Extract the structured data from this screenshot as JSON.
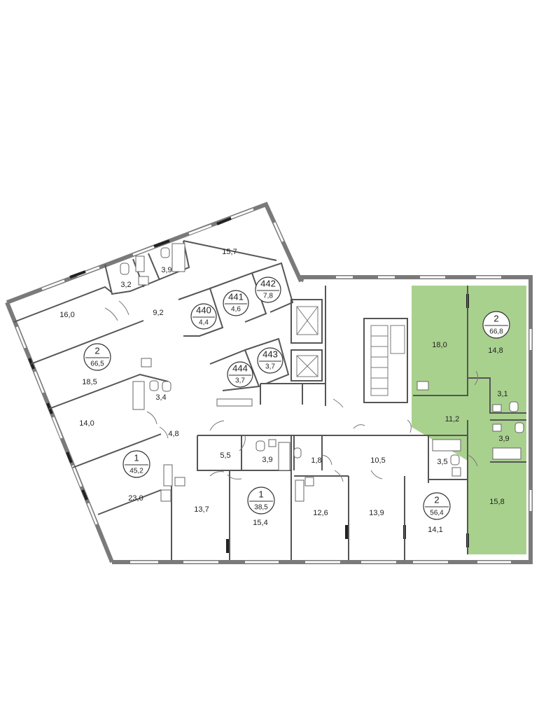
{
  "colors": {
    "highlight": "#a9d18e",
    "wall": "#7a7a7a",
    "inner_wall": "#555555"
  },
  "apartments": [
    {
      "rooms": "2",
      "area": "66,5"
    },
    {
      "rooms": "1",
      "area": "45,2"
    },
    {
      "rooms": "1",
      "area": "38,5"
    },
    {
      "rooms": "2",
      "area": "56,4"
    },
    {
      "rooms": "2",
      "area": "66,8"
    }
  ],
  "units": [
    {
      "number": "440",
      "area": "4,4"
    },
    {
      "number": "441",
      "area": "4,6"
    },
    {
      "number": "442",
      "area": "7,8"
    },
    {
      "number": "443",
      "area": "3,7"
    },
    {
      "number": "444",
      "area": "3,7"
    }
  ],
  "rooms": {
    "r157": "15,7",
    "r39a": "3,9",
    "r32": "3,2",
    "r160": "16,0",
    "r92": "9,2",
    "r185": "18,5",
    "r34": "3,4",
    "r140": "14,0",
    "r48": "4,8",
    "r230": "23,0",
    "r55": "5,5",
    "r39b": "3,9",
    "r137": "13,7",
    "r154": "15,4",
    "r18": "1,8",
    "r105": "10,5",
    "r126": "12,6",
    "r139": "13,9",
    "r35": "3,5",
    "r141": "14,1",
    "r180": "18,0",
    "r148": "14,8",
    "r31": "3,1",
    "r112": "11,2",
    "r39c": "3,9",
    "r158": "15,8"
  }
}
